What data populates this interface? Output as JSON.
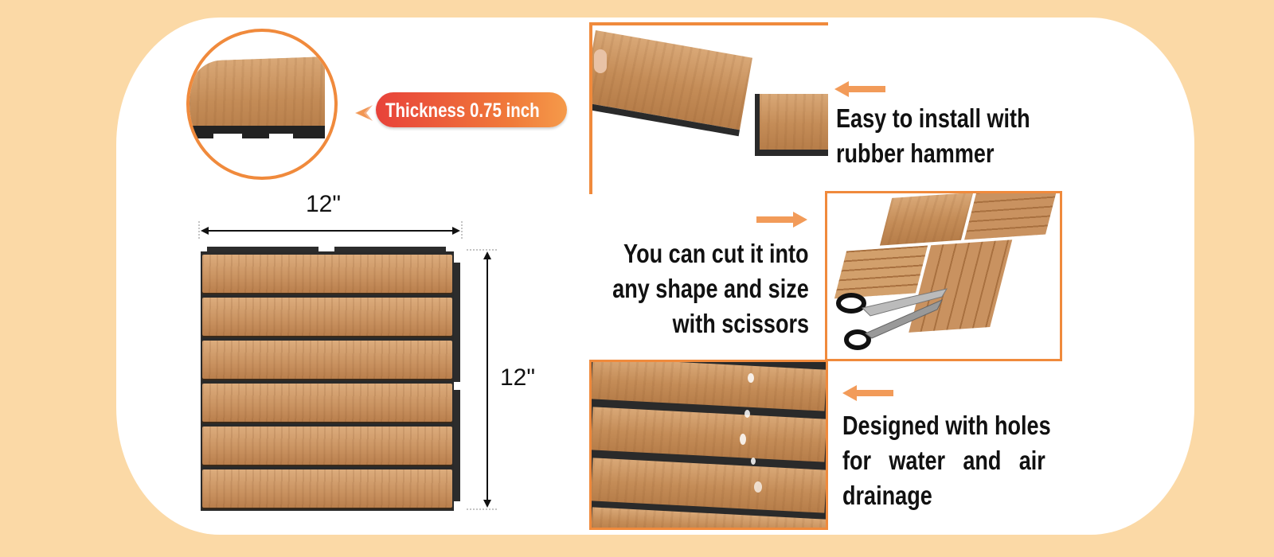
{
  "thickness_badge": "Thickness 0.75 inch",
  "dimension_width": "12\"",
  "dimension_height": "12\"",
  "feature_install": {
    "line1": "Easy to install with",
    "line2": "rubber hammer"
  },
  "feature_cut": {
    "line1": "You can cut it into",
    "line2": "any shape and size",
    "line3": "with scissors"
  },
  "feature_drainage": {
    "line1": "Designed with holes",
    "line2": "for water and air",
    "line3": "drainage"
  },
  "colors": {
    "background": "#fbd9a6",
    "accent_orange": "#f08a3c",
    "badge_red": "#e8423a",
    "text": "#111111"
  },
  "icons": [
    "arrow-left-icon",
    "arrow-right-icon"
  ]
}
